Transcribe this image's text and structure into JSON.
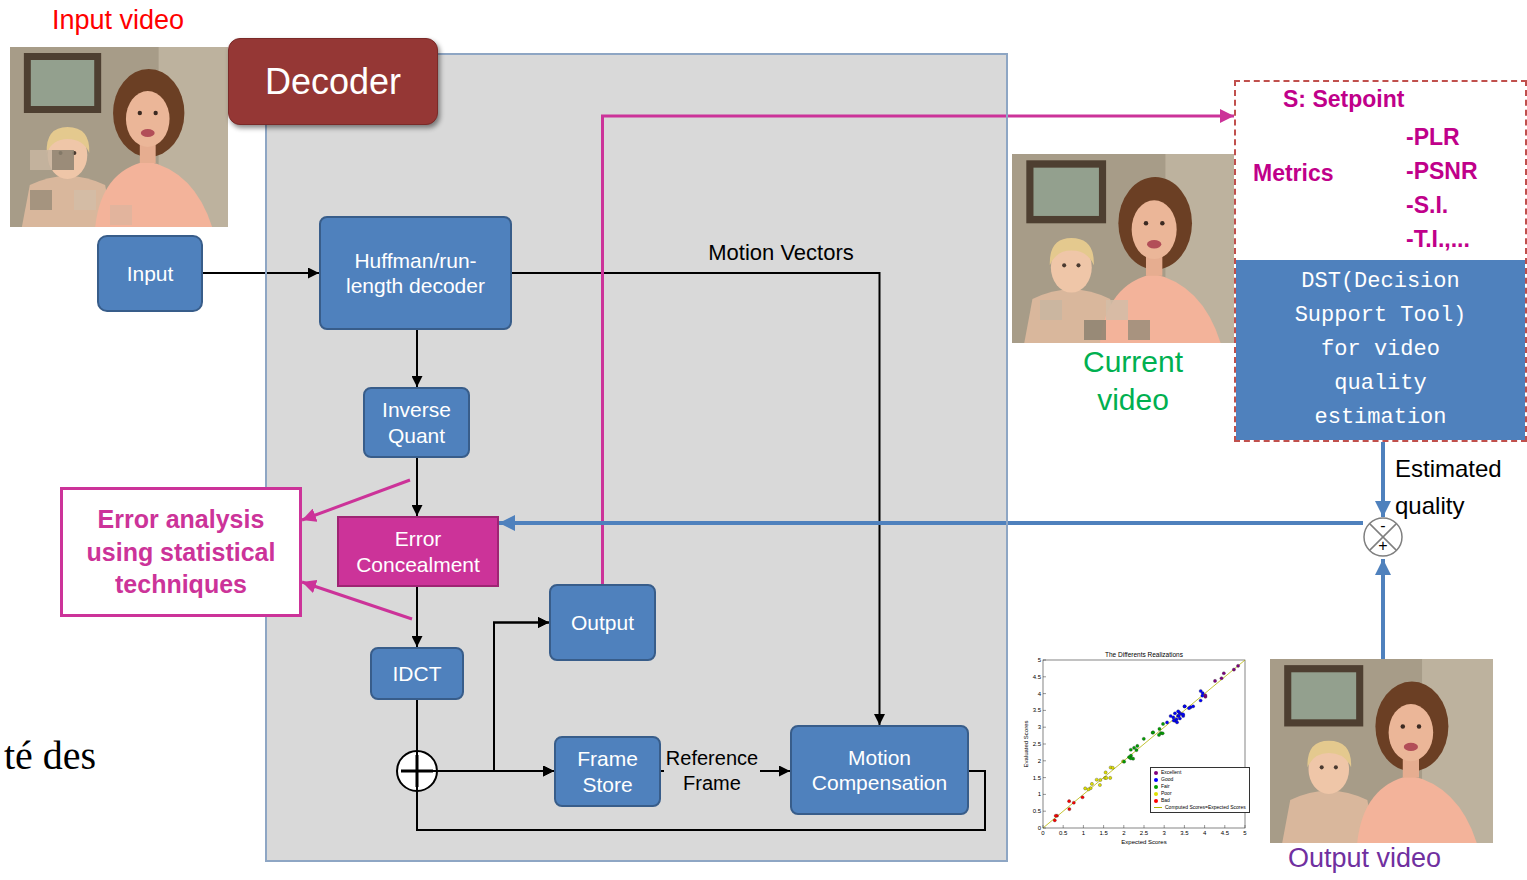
{
  "diagram": {
    "nodes": [
      {
        "text": [
          "Decoder"
        ]
      },
      {
        "text": [
          "Input"
        ]
      },
      {
        "text": [
          "Huffman/run-length decoder"
        ],
        "in": 0
      },
      {
        "text": [
          "Inverse Quant"
        ],
        "in": 0
      },
      {
        "text": [
          "Error Concealment"
        ],
        "in": 0
      },
      {
        "text": [
          "Error analysis using statistical techniques"
        ]
      },
      {
        "text": [
          "IDCT"
        ],
        "in": 0
      },
      {
        "text": [
          "Output"
        ],
        "in": 0
      },
      {
        "text": [
          "Frame Store"
        ],
        "in": 0
      },
      {
        "text": [
          "Motion Compensation"
        ],
        "in": 0
      },
      {
        "text": [
          "S: Setpoint",
          "Metrics",
          "-PLR",
          "-PSNR",
          "-S.I.",
          "-T.I.,..."
        ]
      },
      {
        "text": [
          "DST(Decision Support Tool) for video quality estimation"
        ],
        "in": 10
      },
      {
        "text": [
          "-",
          "+"
        ]
      }
    ],
    "edges": [
      {
        "from": 1,
        "to": 2,
        "arrow": "to"
      },
      {
        "from": 2,
        "to": 3,
        "arrow": "to"
      },
      {
        "from": 2,
        "to": 9,
        "arrow": "to",
        "label": "Motion Vectors"
      },
      {
        "from": 3,
        "to": 4,
        "arrow": "to"
      },
      {
        "from": 4,
        "to": 6,
        "arrow": "to"
      },
      {
        "from": 6,
        "to": 7,
        "arrow": "to"
      },
      {
        "from": 6,
        "to": 8,
        "arrow": "to"
      },
      {
        "from": 9,
        "to": 7,
        "arrow": "to"
      },
      {
        "from": 9,
        "to": 8,
        "arrow": "to"
      },
      {
        "from": 8,
        "to": 9,
        "arrow": "to",
        "label": "Reference Frame"
      },
      {
        "from": 7,
        "to": 10,
        "arrow": "to"
      },
      {
        "from": 11,
        "to": 12,
        "arrow": "to",
        "label": "Estimated quality"
      },
      {
        "from": 12,
        "to": 4,
        "arrow": "to"
      },
      {
        "from": 4,
        "to": 5,
        "arrow": "to"
      },
      {
        "from": 4,
        "to": 5,
        "arrow": "to"
      }
    ],
    "labels": [
      "Input video",
      "Current video",
      "Output video",
      "té des",
      "The Differents Realizations",
      "Evaluated Scores",
      "Expected Scores",
      "0",
      "0.5",
      "1",
      "1.5",
      "2",
      "2.5",
      "3",
      "3.5",
      "4",
      "4.5",
      "5",
      "0",
      "0.5",
      "1",
      "1.5",
      "2",
      "2.5",
      "3",
      "3.5",
      "4",
      "4.5",
      "5"
    ],
    "legend": [
      {
        "text": "Excellent",
        "color": "#800080"
      },
      {
        "text": "Good",
        "color": "#0000ff"
      },
      {
        "text": "Fair",
        "color": "#00a000"
      },
      {
        "text": "Poor",
        "color": "#e0e000"
      },
      {
        "text": "Bad",
        "color": "#ff0000"
      },
      {
        "text": "Computed Scores=Expected Scores"
      }
    ]
  }
}
